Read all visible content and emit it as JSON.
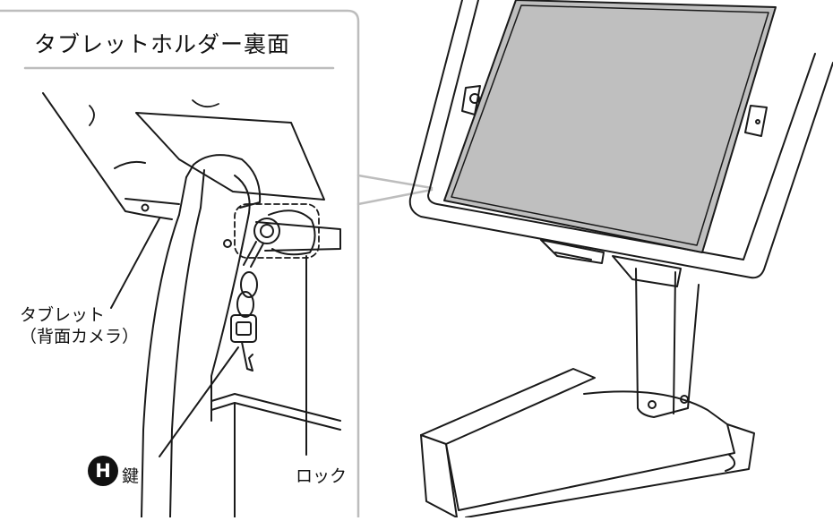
{
  "panel": {
    "title": "タブレットホルダー裏面",
    "border_color": "#bdbdbd"
  },
  "callouts": {
    "tablet_line1": "タブレット",
    "tablet_line2": "（背面カメラ）",
    "key_badge": "H",
    "key_label": "鍵",
    "lock_label": "ロック"
  },
  "colors": {
    "line": "#1a1a1a",
    "screen": "#bfbfbf",
    "badge": "#111111"
  },
  "icons": [
    "screw-icon",
    "key-icon",
    "lock-icon"
  ]
}
